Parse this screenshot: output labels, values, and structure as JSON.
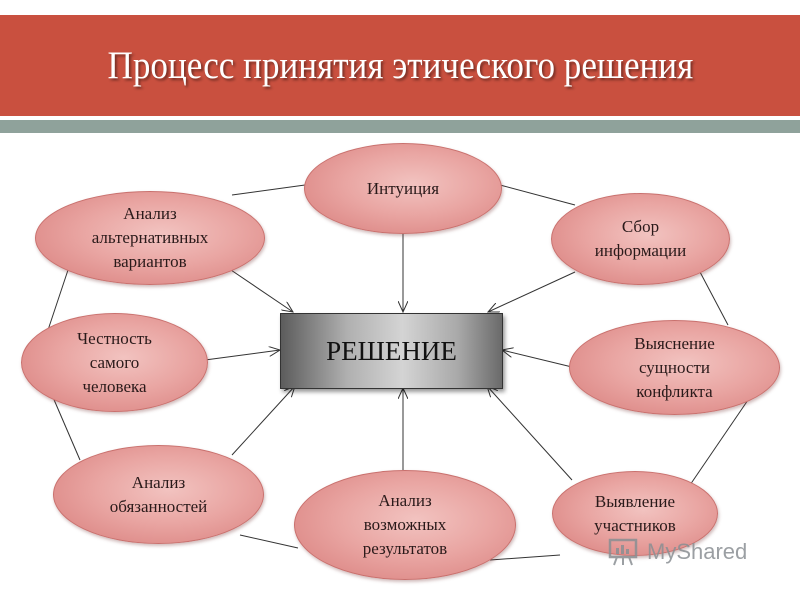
{
  "title": "Процесс принятия этического решения",
  "colors": {
    "title_bar": "#c9503f",
    "stripe": "#8fa29b",
    "node_fill": "#e9a5a2",
    "center_fill": "#b0b0b0"
  },
  "center": {
    "label": "РЕШЕНИЕ"
  },
  "nodes": [
    {
      "id": "intuition",
      "label": "Интуиция"
    },
    {
      "id": "alternatives",
      "label": "Анализ\nальтернативных\nвариантов"
    },
    {
      "id": "info",
      "label": "Сбор\nинформации"
    },
    {
      "id": "honesty",
      "label": "Честность\nсамого\nчеловека"
    },
    {
      "id": "conflict",
      "label": "Выяснение\nсущности\nконфликта"
    },
    {
      "id": "duties",
      "label": "Анализ\nобязанностей"
    },
    {
      "id": "results",
      "label": "Анализ\nвозможных\nрезультатов"
    },
    {
      "id": "participants",
      "label": "Выявление\nучастников"
    }
  ],
  "watermark": {
    "text": "MyShared",
    "icon": "presentation-board-icon"
  }
}
